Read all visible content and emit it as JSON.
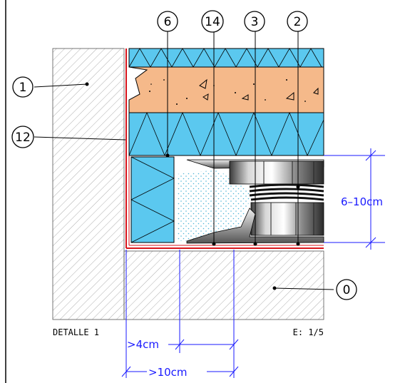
{
  "drawing": {
    "title": "DETALLE 1",
    "scale": "E: 1/5"
  },
  "callouts": {
    "c0": "0",
    "c1": "1",
    "c2": "2",
    "c3": "3",
    "c6": "6",
    "c12": "12",
    "c14": "14"
  },
  "dimensions": {
    "height_range": "6–10cm",
    "gap_4": ">4cm",
    "gap_10": ">10cm"
  },
  "colors": {
    "insulation_blue": "#5bc8ef",
    "screed_orange": "#f5b98a",
    "membrane_red": "#d8141b",
    "dimension_blue": "#1a1aff",
    "hatch_grey": "#9a9a9a"
  }
}
